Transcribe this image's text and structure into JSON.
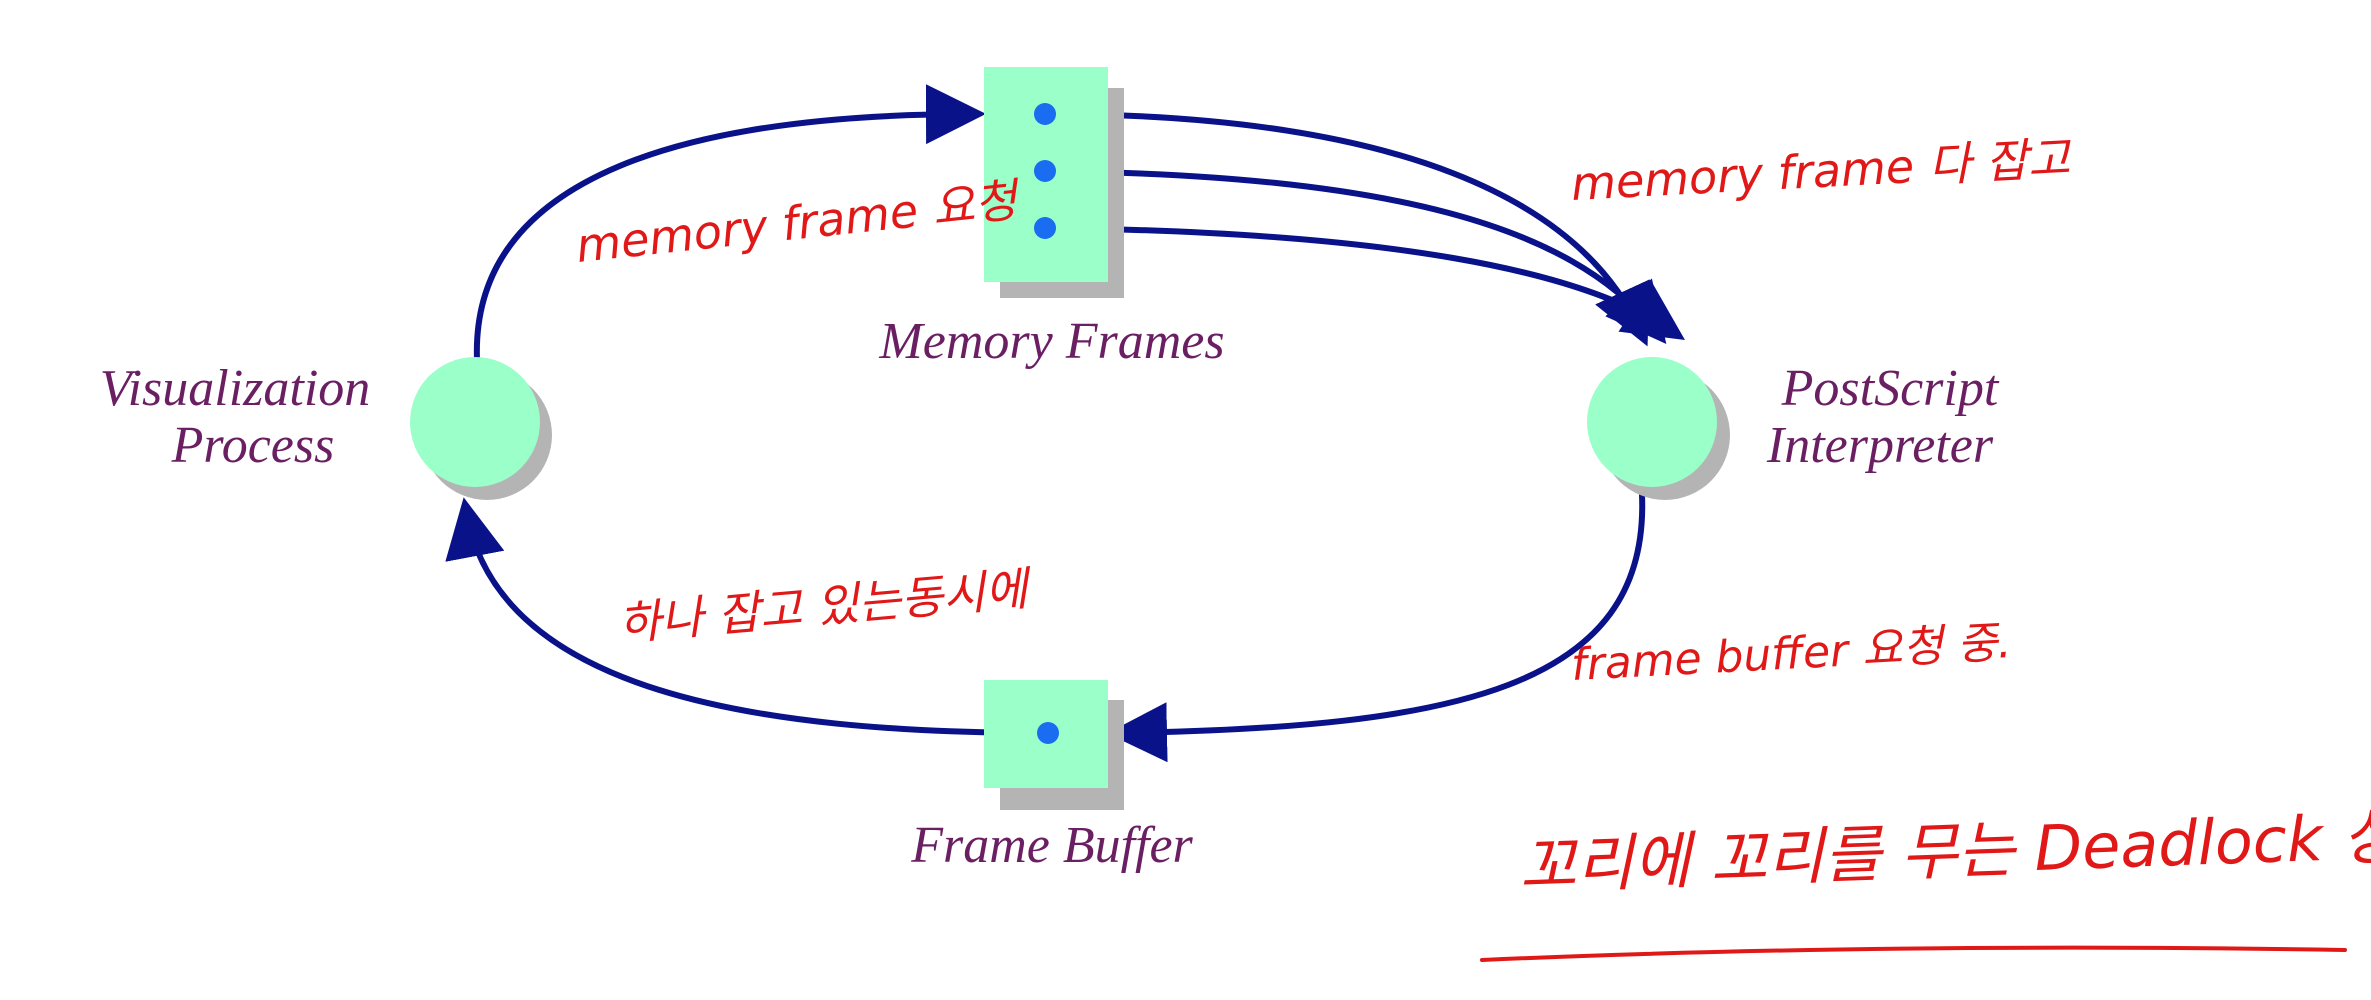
{
  "nodes": {
    "visualization_process": {
      "line1": "Visualization",
      "line2": "Process"
    },
    "postscript_interpreter": {
      "line1": "PostScript",
      "line2": "Interpreter"
    },
    "memory_frames": {
      "label": "Memory Frames"
    },
    "frame_buffer": {
      "label": "Frame Buffer"
    }
  },
  "annotations": {
    "memory_frame_request": "memory frame 요청",
    "memory_frame_all_held": "memory frame 다 잡고",
    "holding_one_while": "하나 잡고 있는동시에",
    "frame_buffer_requesting": "frame buffer 요청 중.",
    "deadlock_note": "꼬리에 꼬리를 무는 Deadlock 상태."
  },
  "colors": {
    "arrow": "#0a128a",
    "node_fill": "#9affc8",
    "node_shadow": "#b4b4b4",
    "label": "#6b1f63",
    "handwriting": "#e01818",
    "dot": "#1a6cf0"
  }
}
